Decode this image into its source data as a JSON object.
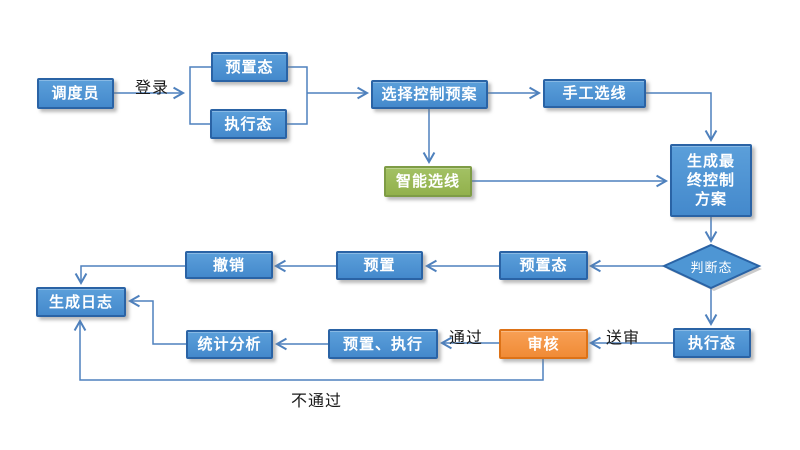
{
  "diagram": {
    "background": "#FFFFFF",
    "colors": {
      "process_fill": "#4E96D4",
      "process_border": "#2A63A5",
      "smart_fill": "#9BBB59",
      "smart_border": "#7E9C45",
      "review_fill": "#F79646",
      "review_border": "#DD7217",
      "connector": "#4F81BD",
      "node_text": "#FFFFFF",
      "label_text": "#1A1A1A"
    },
    "nodes": {
      "dispatcher": "调度员",
      "preset_state_top": "预置态",
      "execute_state_top": "执行态",
      "select_control_plan": "选择控制预案",
      "manual_line_select": "手工选线",
      "smart_line_select": "智能选线",
      "generate_final_plan": "生成最终控制方案",
      "judge_state": "判断态",
      "preset_state": "预置态",
      "preset": "预置",
      "revoke": "撤销",
      "generate_log": "生成日志",
      "execute_state": "执行态",
      "review": "审核",
      "preset_execute": "预置、执行",
      "statistic_analysis": "统计分析"
    },
    "edge_labels": {
      "login": "登录",
      "pass": "通过",
      "submit_review": "送审",
      "reject": "不通过"
    }
  }
}
